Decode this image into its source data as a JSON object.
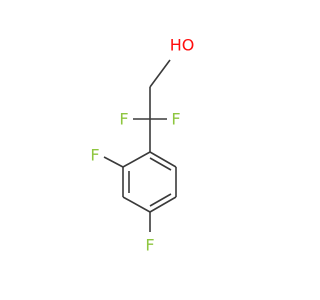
{
  "molecule": {
    "labels": {
      "hydroxyl": "HO",
      "fluorine_alpha_left": "F",
      "fluorine_alpha_right": "F",
      "fluorine_ortho": "F",
      "fluorine_para": "F"
    },
    "colors": {
      "bond": "#3a3a3a",
      "oxygen": "#ff0d0d",
      "fluorine": "#8ec63f"
    }
  }
}
